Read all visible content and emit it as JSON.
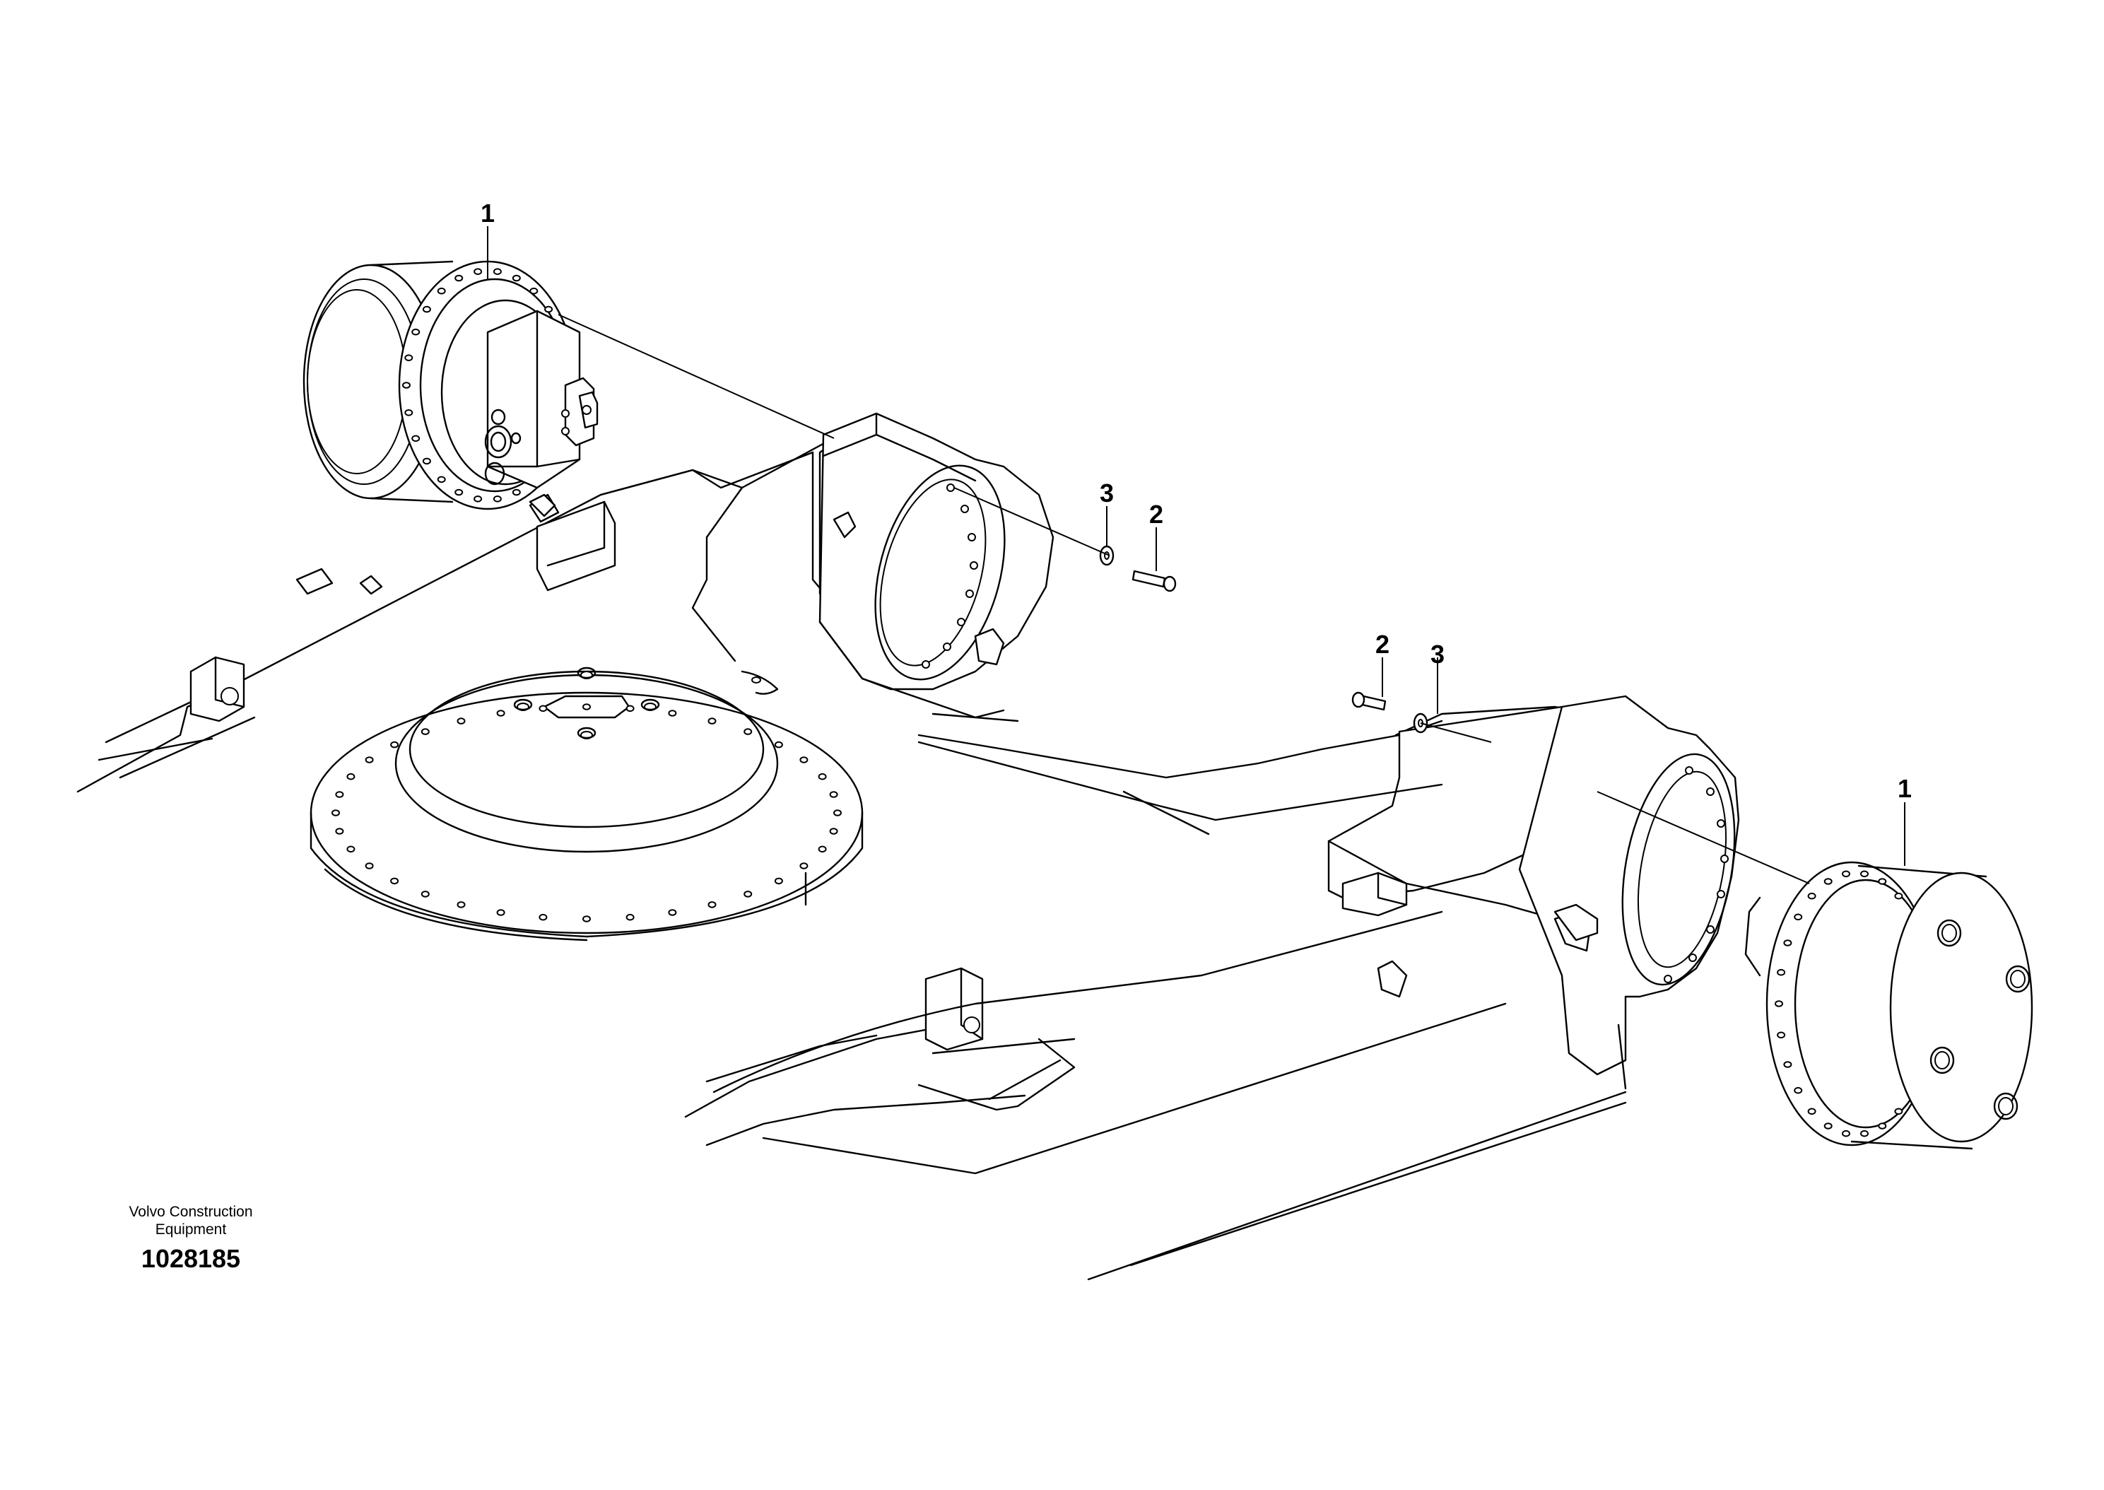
{
  "callouts": {
    "motor_left": "1",
    "bolt_right_side": "2",
    "washer_right_side": "3",
    "bolt_left_side": "2",
    "washer_left_side": "3",
    "motor_right": "1"
  },
  "footer": {
    "brand_line1": "Volvo Construction",
    "brand_line2": "Equipment",
    "drawing_number": "1028185"
  },
  "colors": {
    "line": "#000000",
    "background": "#ffffff"
  }
}
